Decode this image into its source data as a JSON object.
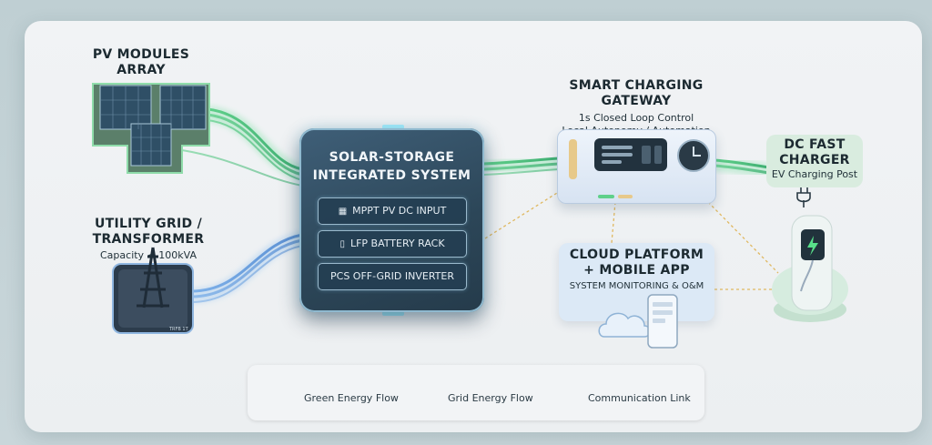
{
  "nodes": {
    "pv": {
      "title_line1": "PV MODULES",
      "title_line2": "ARRAY"
    },
    "grid": {
      "title": "UTILITY GRID / TRANSFORMER",
      "subtitle": "Capacity < 100kVA",
      "plate_text": "TRFB 1T"
    },
    "core": {
      "title_line1": "SOLAR-STORAGE",
      "title_line2": "INTEGRATED SYSTEM",
      "modules": [
        {
          "label": "MPPT PV DC INPUT",
          "icon": "solar-panel-icon"
        },
        {
          "label": "LFP BATTERY RACK",
          "icon": "battery-icon"
        },
        {
          "label": "PCS OFF-GRID INVERTER",
          "icon": ""
        }
      ]
    },
    "gateway": {
      "title": "SMART CHARGING GATEWAY",
      "line1": "1s Closed Loop Control",
      "line2": "Local Autonomy / Automation"
    },
    "charger": {
      "title_line1": "DC FAST",
      "title_line2": "CHARGER",
      "subtitle": "EV Charging Post"
    },
    "cloud": {
      "title_line1": "CLOUD PLATFORM",
      "title_line2": "+ MOBILE APP",
      "subtitle": "SYSTEM MONITORING & O&M"
    }
  },
  "legend": [
    {
      "label": "Green Energy Flow",
      "color": "#4fbf7a",
      "icon": "green-flow-icon"
    },
    {
      "label": "Grid Energy Flow",
      "color": "#6f9fd6",
      "icon": "grid-flow-icon"
    },
    {
      "label": "Communication Link",
      "color": "#d8b66a",
      "icon": "dashed-line-icon"
    }
  ],
  "colors": {
    "green_flow": "#4fbf7a",
    "grid_flow": "#6f9fd6",
    "comm_link": "#e0b860",
    "core_panel": "#2f4a5e",
    "accent_cyan": "#8fd3ef"
  }
}
